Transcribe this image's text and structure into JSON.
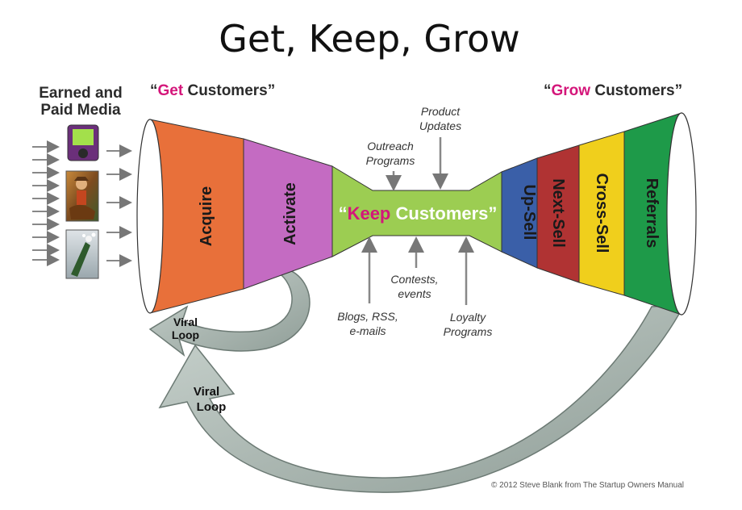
{
  "title": "Get, Keep, Grow",
  "media_label": {
    "line1": "Earned and",
    "line2": "Paid Media"
  },
  "get": {
    "open_quote": "“",
    "accent": "Get",
    "rest": " Customers”"
  },
  "keep": {
    "open_quote": "“",
    "accent": "Keep",
    "rest": " Customers”"
  },
  "grow": {
    "open_quote": "“",
    "accent": "Grow",
    "rest": " Customers”"
  },
  "stages": {
    "acquire": "Acquire",
    "activate": "Activate",
    "upsell": "Up-Sell",
    "nextsell": "Next-Sell",
    "crosssell": "Cross-Sell",
    "referrals": "Referrals"
  },
  "keep_inputs": {
    "outreach": [
      "Outreach",
      "Programs"
    ],
    "product": [
      "Product",
      "Updates"
    ],
    "blogs": [
      "Blogs, RSS,",
      "e-mails"
    ],
    "contests": [
      "Contests,",
      "events"
    ],
    "loyalty": [
      "Loyalty",
      "Programs"
    ]
  },
  "viral_loop_small": [
    "Viral",
    "Loop"
  ],
  "viral_loop_large": [
    "Viral",
    "Loop"
  ],
  "copyright": "© 2012 Steve Blank from The Startup Owners Manual",
  "colors": {
    "accent": "#d4167a",
    "acquire": "#e8703a",
    "activate": "#c46bc2",
    "keep": "#9ccd52",
    "upsell": "#3a5fa8",
    "nextsell": "#b03333",
    "crosssell": "#f0cf1c",
    "referrals": "#1e9a49",
    "loop": "#a9b6b0"
  },
  "icons": [
    "media-arrow-icon",
    "mp3-player-icon",
    "cowboy-photo-icon",
    "champagne-icon"
  ]
}
